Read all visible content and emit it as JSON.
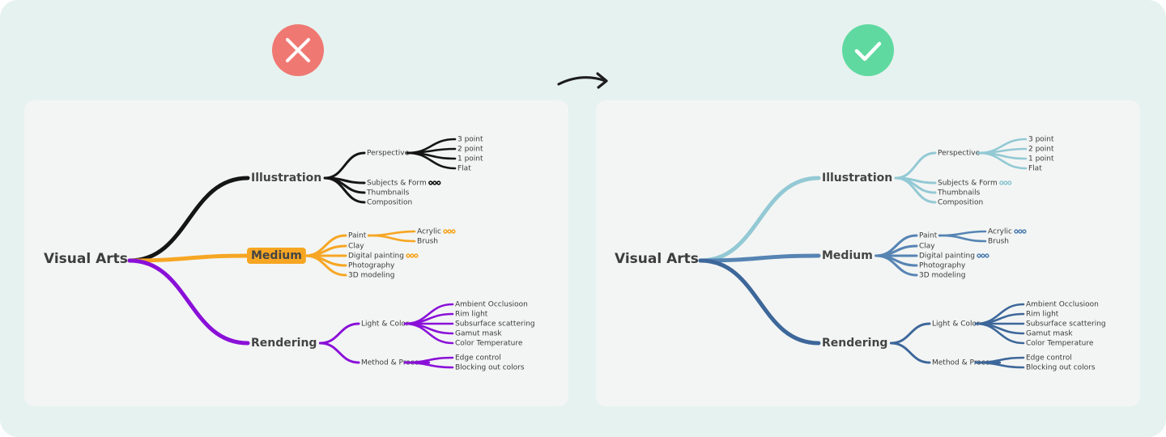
{
  "colors": {
    "page_bg": "#e6f2ef",
    "card_bg": "#f3f5f4",
    "bad_badge": "#f07873",
    "good_badge": "#5fd9a0",
    "arrow": "#1d1d1d",
    "bad_illustration": "#151515",
    "bad_medium": "#f6a623",
    "bad_rendering": "#8a10d8",
    "good_illustration": "#93c9d4",
    "good_medium": "#5684b3",
    "good_rendering": "#3d679a"
  },
  "badges": {
    "bad_icon": "cross-icon",
    "good_icon": "check-icon"
  },
  "mindmap": {
    "root": "Visual Arts",
    "branches": [
      {
        "label": "Illustration",
        "groups": [
          {
            "label": "Perspective",
            "leaves": [
              "3 point",
              "2 point",
              "1 point",
              "Flat"
            ]
          },
          {
            "label": "Subjects & Form",
            "collapsed": true
          },
          {
            "label": "Thumbnails"
          },
          {
            "label": "Composition"
          }
        ]
      },
      {
        "label": "Medium",
        "groups": [
          {
            "label": "Paint",
            "leaves": [
              "Acrylic",
              "Brush"
            ],
            "leaf_collapsed": [
              true,
              false
            ]
          },
          {
            "label": "Clay"
          },
          {
            "label": "Digital painting",
            "collapsed": true
          },
          {
            "label": "Photography"
          },
          {
            "label": "3D modeling"
          }
        ]
      },
      {
        "label": "Rendering",
        "groups": [
          {
            "label": "Light & Color",
            "leaves": [
              "Ambient Occlusioon",
              "Rim light",
              "Subsurface scattering",
              "Gamut mask",
              "Color Temperature"
            ]
          },
          {
            "label": "Method & Process",
            "leaves": [
              "Edge control",
              "Blocking out colors"
            ]
          }
        ]
      }
    ]
  }
}
